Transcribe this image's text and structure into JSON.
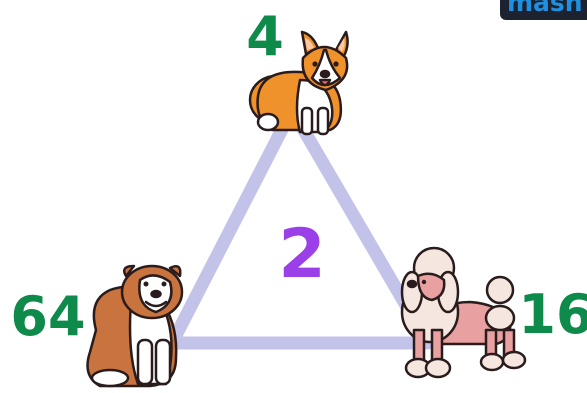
{
  "puzzle": {
    "top_number": "4",
    "left_number": "64",
    "right_number": "16",
    "center_number": "2"
  },
  "brand": {
    "logo_text": "mash"
  },
  "colors": {
    "number_green": "#0e8a4a",
    "center_purple": "#9b3fe8",
    "triangle_lavender": "#c3c3ea",
    "logo_dark": "#1c2230",
    "logo_blue": "#1f8fe0"
  },
  "icons": {
    "top_dog": "corgi-icon",
    "left_dog": "bulldog-icon",
    "right_dog": "poodle-icon"
  }
}
